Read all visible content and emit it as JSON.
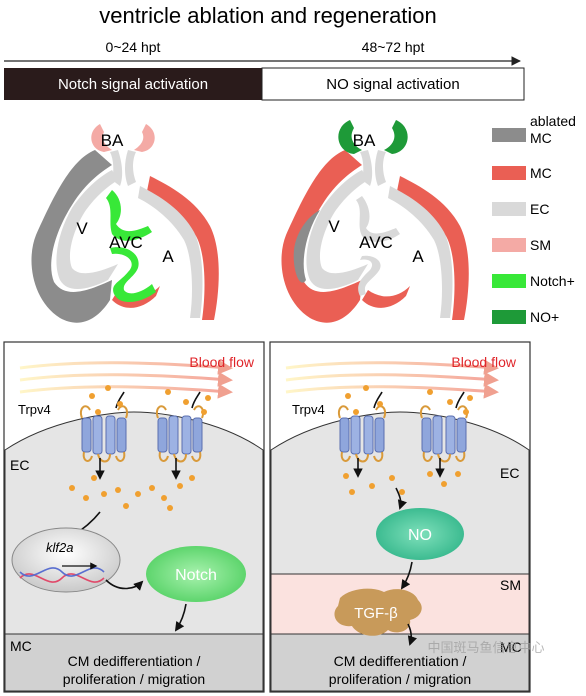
{
  "title": "ventricle ablation and regeneration",
  "timeline": {
    "left_time": "0~24 hpt",
    "right_time": "48~72 hpt",
    "left_phase": "Notch signal activation",
    "right_phase": "NO signal activation"
  },
  "heart_labels": {
    "ba": "BA",
    "v": "V",
    "avc": "AVC",
    "a": "A"
  },
  "legend": [
    {
      "line1": "ablated",
      "line2": "MC",
      "color": "#8c8c8c"
    },
    {
      "line1": "MC",
      "line2": "",
      "color": "#ea5f54"
    },
    {
      "line1": "EC",
      "line2": "",
      "color": "#d9d9d9"
    },
    {
      "line1": "SM",
      "line2": "",
      "color": "#f4aaa5"
    },
    {
      "line1": "Notch+",
      "line2": "",
      "color": "#38e838"
    },
    {
      "line1": "NO+",
      "line2": "",
      "color": "#1e9a38"
    }
  ],
  "left_panel": {
    "blood_flow": "Blood flow",
    "channel": "Trpv4",
    "ec": "EC",
    "gene": "klf2a",
    "notch": "Notch",
    "mc": "MC",
    "outcome_line1": "CM dedifferentiation /",
    "outcome_line2": "proliferation / migration"
  },
  "right_panel": {
    "blood_flow": "Blood flow",
    "channel": "Trpv4",
    "ec": "EC",
    "no": "NO",
    "sm": "SM",
    "tgf": "TGF-β",
    "mc": "MC",
    "outcome_line1": "CM dedifferentiation /",
    "outcome_line2": "proliferation / migration"
  },
  "watermark": "中国斑马鱼信息中心",
  "colors": {
    "ablated_mc": "#8c8c8c",
    "mc": "#ea5f54",
    "ec": "#d9d9d9",
    "sm": "#f4aaa5",
    "notch_pos": "#38e838",
    "no_pos": "#1e9a38",
    "blood_flow_text": "#e0262b",
    "channel_blue": "#8fa6dc",
    "dot_orange": "#f0a030",
    "notch_green": "#6de07c",
    "no_teal": "#43c79a",
    "tgf_tan": "#c89a5a",
    "sm_band": "#fbe2df",
    "mc_band": "#d1d1d1",
    "panel_gray": "#e5e5e5"
  }
}
